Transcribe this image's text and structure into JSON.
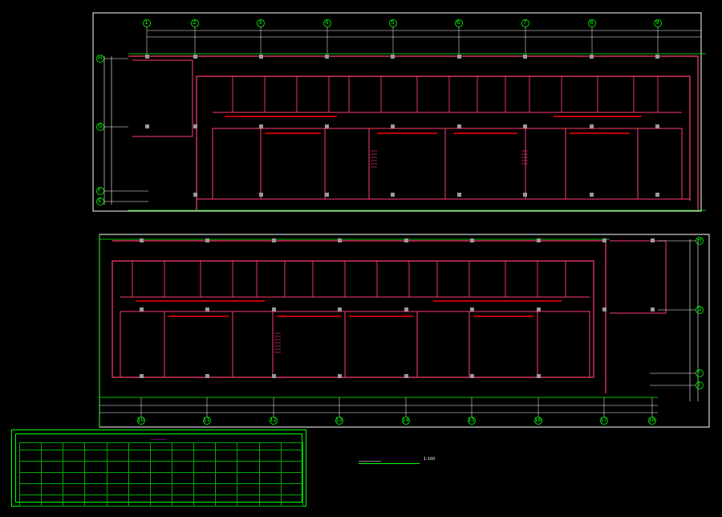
{
  "drawing": {
    "title": "________",
    "scale": "1:100"
  },
  "plan_top": {
    "axis_columns": [
      "1",
      "2",
      "3",
      "4",
      "5",
      "6",
      "7",
      "8",
      "9"
    ],
    "axis_rows": [
      "H",
      "G",
      "F",
      "E"
    ]
  },
  "plan_bottom": {
    "axis_columns": [
      "10",
      "11",
      "12",
      "13",
      "14",
      "15",
      "16",
      "17",
      "18"
    ],
    "axis_rows": [
      "H",
      "G",
      "F",
      "E"
    ]
  },
  "legend": {
    "title": "________",
    "headers": [
      "",
      "",
      "",
      "",
      "",
      "",
      "",
      "",
      "",
      "",
      "",
      "",
      ""
    ],
    "rows": [
      [
        "",
        "",
        "",
        "",
        "",
        "",
        "",
        "",
        "",
        "",
        "",
        "",
        ""
      ],
      [
        "",
        "",
        "",
        "",
        "",
        "",
        "",
        "",
        "",
        "",
        "",
        "",
        ""
      ],
      [
        "",
        "",
        "",
        "",
        "",
        "",
        "",
        "",
        "",
        "",
        "",
        "",
        ""
      ],
      [
        "",
        "",
        "",
        "",
        "",
        "",
        "",
        "",
        "",
        "",
        "",
        "",
        ""
      ],
      [
        "",
        "",
        "",
        "",
        "",
        "",
        "",
        "",
        "",
        "",
        "",
        "",
        ""
      ]
    ]
  },
  "colors": {
    "wall": "#ff3c6e",
    "frame": "#00ff00",
    "column": "#9a9a9a",
    "annotation": "#ff0000",
    "text": "#ffffff",
    "background": "#000000"
  }
}
